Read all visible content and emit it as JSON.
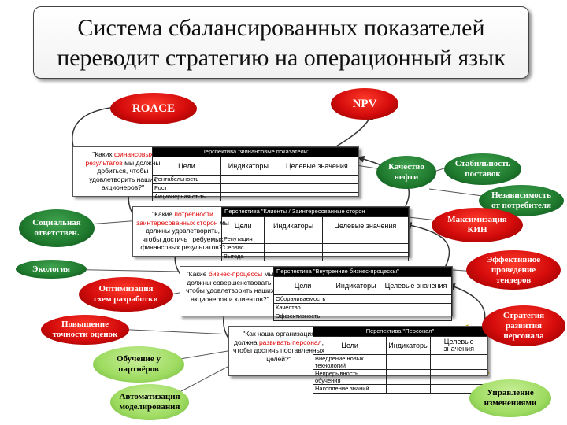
{
  "title": {
    "line1": "Система сбалансированных показателей",
    "line2": "переводит стратегию на операционный язык"
  },
  "ovals": {
    "roace": "ROACE",
    "npv": "NPV",
    "oil_quality": "Качество нефти",
    "supply_stability": "Стабильность поставок",
    "independence": "Независимость от потребителя",
    "social": "Социальная ответствен.",
    "maximization": "Максимизация КИН",
    "ecology": "Экология",
    "optimization": "Оптимизация схем разработки",
    "effective_tenders": "Эффективное проведение тендеров",
    "accuracy": "Повышение точности оценок",
    "training": "Обучение у партнёров",
    "strategy": "Стратегия развития персонала",
    "automation": "Автоматизация моделирования",
    "change": "Управление изменениями"
  },
  "perspectives": {
    "financial": {
      "header": "Перспектива \"Финансовые показатели\"",
      "question_parts": [
        "\"Каких ",
        "финансовых результатов",
        " мы должны добиться, чтобы удовлетворить наших акционеров?\""
      ],
      "columns": [
        "Цели",
        "Индикаторы",
        "Целевые значения"
      ],
      "rows": [
        "Рентабельность",
        "Рост",
        "Акционерная ст-ть"
      ]
    },
    "customers": {
      "header": "Перспектива \"Клиенты / Заинтересованные сторон",
      "question_parts": [
        "\"Какие ",
        "потребности заинтересованных сторон",
        " мы должны удовлетворить, чтобы достичь требуемых финансовых результатов?\""
      ],
      "columns": [
        "Цели",
        "Индикаторы",
        "Целевые значения"
      ],
      "rows": [
        "Репутация",
        "Сервис",
        "Выгода"
      ]
    },
    "processes": {
      "header": "Перспектива \"Внутренние бизнес-процессы\"",
      "question_parts": [
        "\"Какие ",
        "бизнес-процессы",
        " мы должны совершенствовать, чтобы удовлетворить наших акционеров и клиентов?\""
      ],
      "columns": [
        "Цели",
        "Индикаторы",
        "Целевые значения"
      ],
      "rows": [
        "Оборачиваемость",
        "Качество",
        "Эффективность"
      ]
    },
    "personnel": {
      "header": "Перспектива \"Персонал\"",
      "question_parts": [
        "\"Как наша организация должна ",
        "развивать персонал",
        ", чтобы достичь поставленных целей?\""
      ],
      "columns": [
        "Цели",
        "Индикаторы",
        "Целевые значения"
      ],
      "rows": [
        "Внедрение новых технологий",
        "Непрерывность обучения",
        "Накопление знаний"
      ]
    }
  }
}
